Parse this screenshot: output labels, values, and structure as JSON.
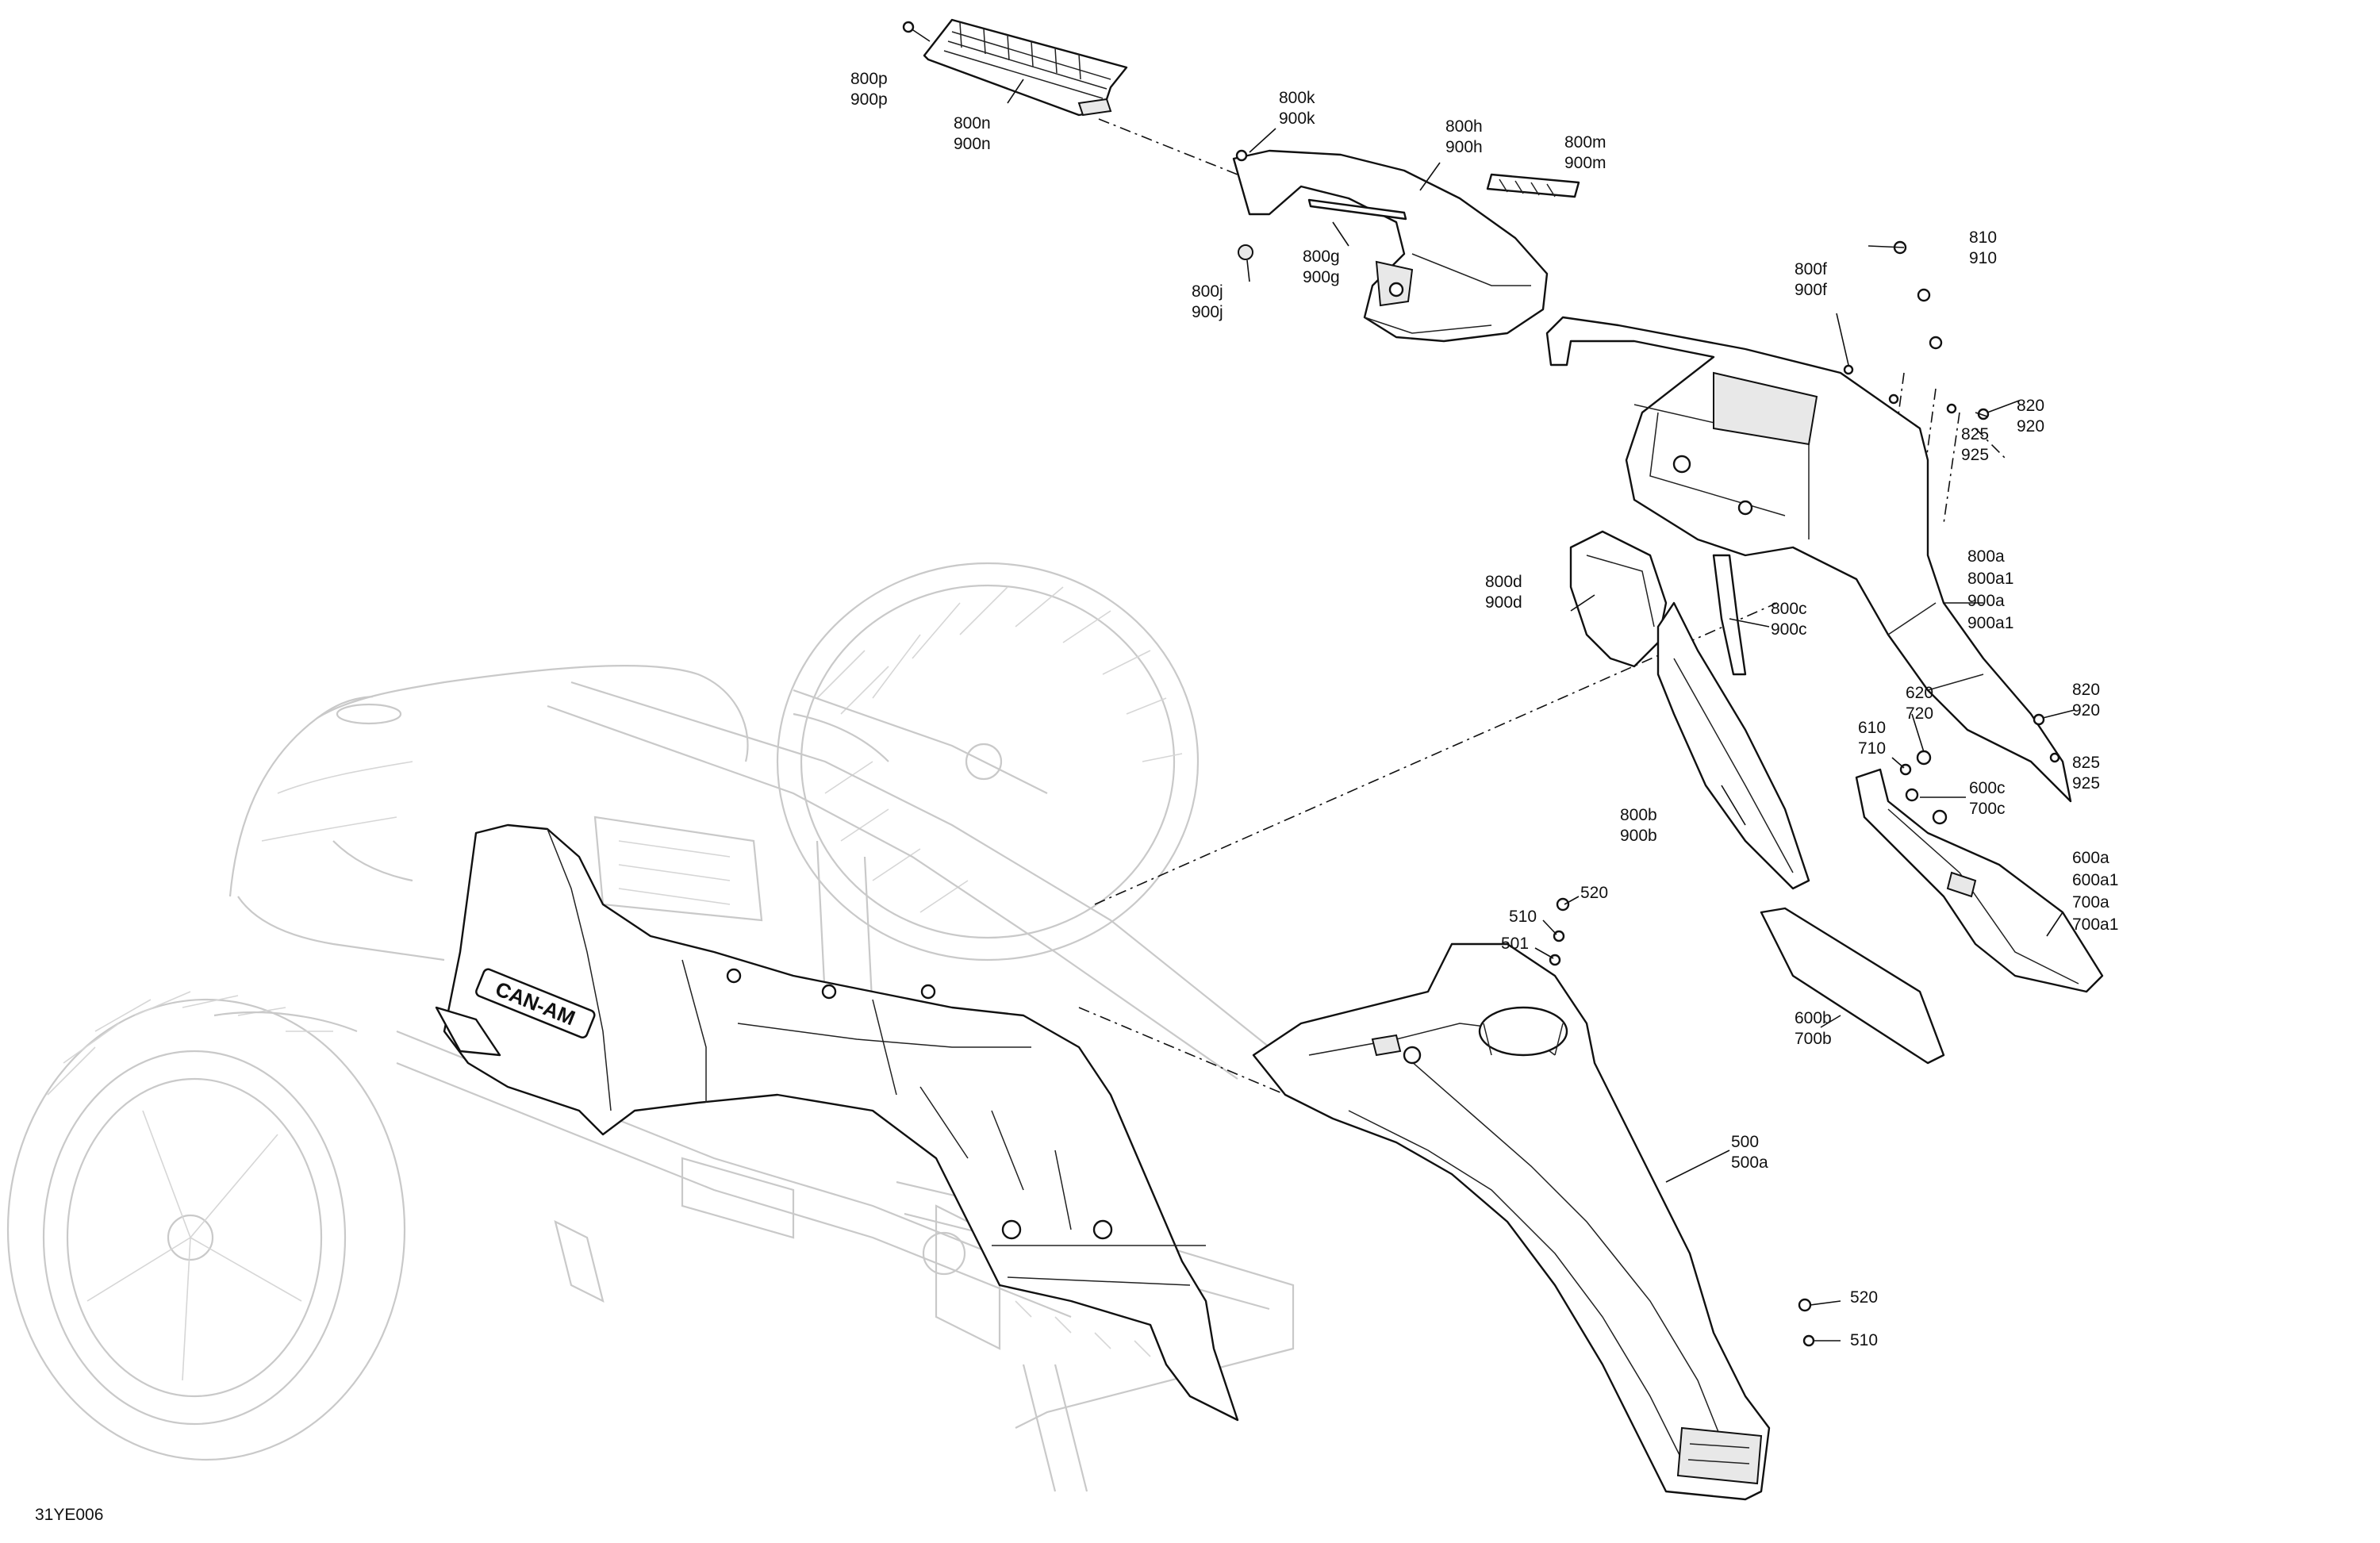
{
  "drawing_code": "31YE006",
  "callouts": {
    "p800p": "800p",
    "p900p": "900p",
    "p800n": "800n",
    "p900n": "900n",
    "p800k": "800k",
    "p900k": "900k",
    "p800h": "800h",
    "p900h": "900h",
    "p800m": "800m",
    "p900m": "900m",
    "p800g": "800g",
    "p900g": "900g",
    "p800j": "800j",
    "p900j": "900j",
    "p810": "810",
    "p910": "910",
    "p800f": "800f",
    "p900f": "900f",
    "p820a": "820",
    "p920a": "920",
    "p825a": "825",
    "p925a": "925",
    "p800d": "800d",
    "p900d": "900d",
    "p800c": "800c",
    "p900c": "900c",
    "p800a": "800a",
    "p800a1": "800a1",
    "p900a": "900a",
    "p900a1": "900a1",
    "p620": "620",
    "p720": "720",
    "p610": "610",
    "p710": "710",
    "p820b": "820",
    "p920b": "920",
    "p825b": "825",
    "p925b": "925",
    "p600c": "600c",
    "p700c": "700c",
    "p800b": "800b",
    "p900b": "900b",
    "p600a": "600a",
    "p600a1": "600a1",
    "p700a": "700a",
    "p700a1": "700a1",
    "p520a": "520",
    "p510a": "510",
    "p501": "501",
    "p600b": "600b",
    "p700b": "700b",
    "p500": "500",
    "p500a": "500a",
    "p520b": "520",
    "p510b": "510"
  },
  "logo_text": "CAN-AM"
}
